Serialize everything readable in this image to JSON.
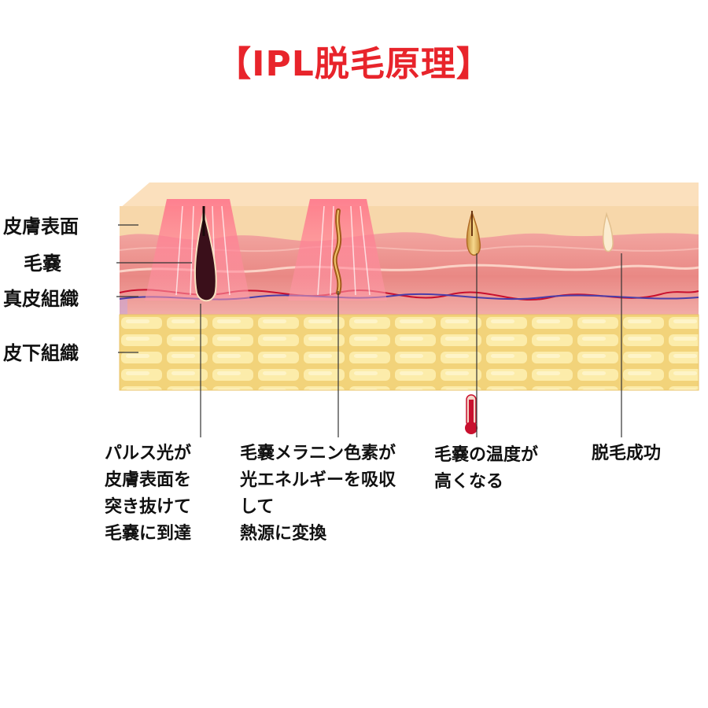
{
  "title": "【IPL脱毛原理】",
  "layers": {
    "skin_surface": "皮膚表面",
    "hair_follicle": "毛嚢",
    "dermis": "真皮組織",
    "subcutaneous": "皮下組織"
  },
  "steps": [
    {
      "lines": [
        "パルス光が",
        "皮膚表面を",
        "突き抜けて",
        "毛嚢に到達"
      ]
    },
    {
      "lines": [
        "毛嚢メラニン色素が",
        "光エネルギーを吸収",
        "して",
        "熱源に変換"
      ]
    },
    {
      "lines": [
        "毛嚢の温度が",
        "高くなる"
      ]
    },
    {
      "lines": [
        "脱毛成功"
      ]
    }
  ],
  "colors": {
    "title": "#e8242b",
    "epidermis": "#f6d3a3",
    "dermis": "#e98b8b",
    "fat": "#f3dc82",
    "light_beam": "#ff6f87"
  }
}
